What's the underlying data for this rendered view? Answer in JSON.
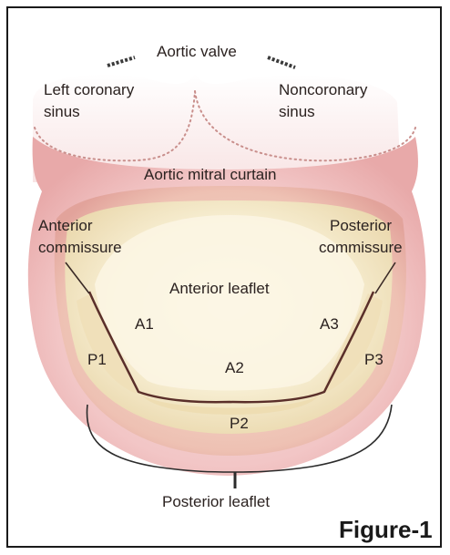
{
  "labels": {
    "aortic_valve": "Aortic valve",
    "left_coronary_sinus_line1": "Left coronary",
    "left_coronary_sinus_line2": "sinus",
    "noncoronary_sinus_line1": "Noncoronary",
    "noncoronary_sinus_line2": "sinus",
    "aortic_mitral_curtain": "Aortic mitral curtain",
    "anterior_commissure_line1": "Anterior",
    "anterior_commissure_line2": "commissure",
    "posterior_commissure_line1": "Posterior",
    "posterior_commissure_line2": "commissure",
    "anterior_leaflet": "Anterior leaflet",
    "posterior_leaflet": "Posterior leaflet",
    "a1": "A1",
    "a2": "A2",
    "a3": "A3",
    "p1": "P1",
    "p2": "P2",
    "p3": "P3"
  },
  "caption": "Figure-1",
  "colors": {
    "tissue_outer": "#f3c9c9",
    "tissue_rim": "#e9a7a6",
    "leaflet": "#f6ecce",
    "leaflet_highlight": "#fbf6e6",
    "closure_line": "#5a2f2a",
    "sinus_dots": "#c98f8c"
  }
}
